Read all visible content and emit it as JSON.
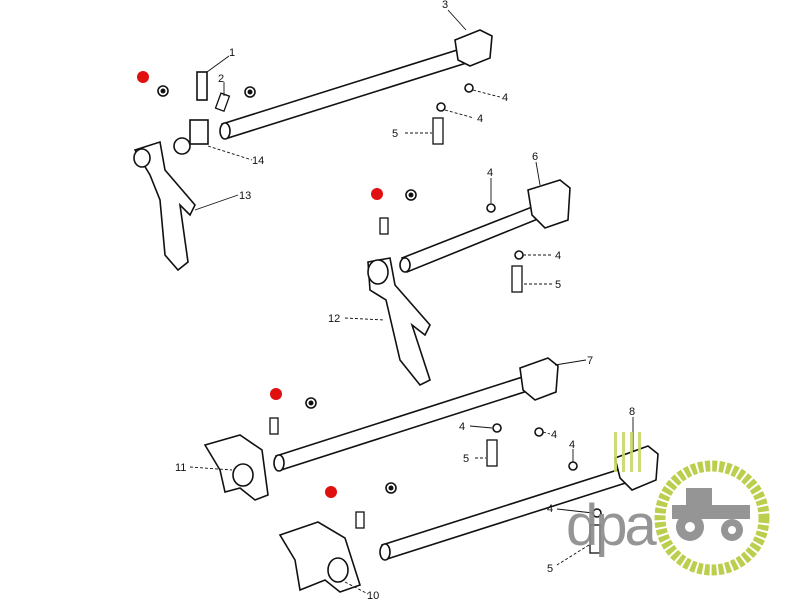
{
  "diagram": {
    "title": "Gearbox shift rails and forks",
    "callouts": [
      "1",
      "2",
      "3",
      "4",
      "4",
      "5",
      "14",
      "13",
      "6",
      "4",
      "4",
      "5",
      "12",
      "7",
      "4",
      "4",
      "5",
      "11",
      "8",
      "4",
      "4",
      "5",
      "10"
    ]
  },
  "logo": {
    "text": "dpa",
    "colors": {
      "green": "#b5c93a",
      "gray": "#8a8a8a"
    }
  },
  "colors": {
    "marker_red": "#e01010",
    "line": "#111111"
  }
}
